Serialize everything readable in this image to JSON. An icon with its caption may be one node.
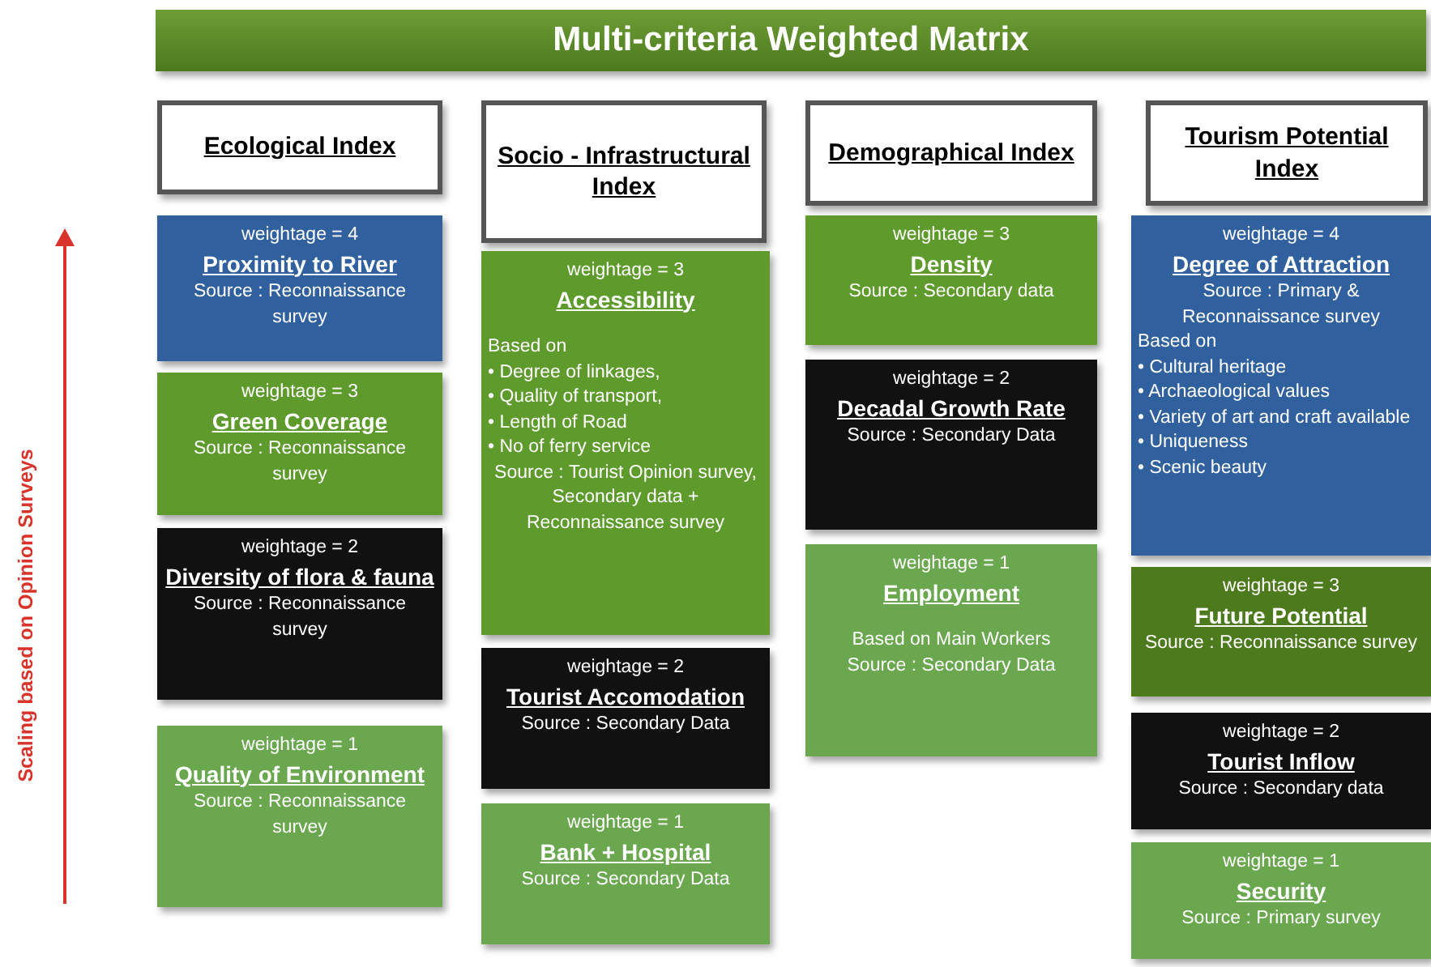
{
  "diagram": {
    "title": "Multi-criteria Weighted Matrix",
    "nodes": [
      {
        "text": [
          "Ecological Index"
        ]
      },
      {
        "text": [
          "Socio - Infrastructural Index"
        ]
      },
      {
        "text": [
          "Demographical Index"
        ]
      },
      {
        "text": [
          "Tourism Potential Index"
        ]
      },
      {
        "text": [
          "weightage = 4",
          "Proximity to River",
          "Source : Reconnaissance survey"
        ]
      },
      {
        "text": [
          "weightage = 3",
          "Green Coverage",
          "Source : Reconnaissance survey"
        ]
      },
      {
        "text": [
          "weightage = 2",
          "Diversity of flora & fauna",
          "Source : Reconnaissance survey"
        ]
      },
      {
        "text": [
          "weightage = 1",
          "Quality of Environment",
          "Source : Reconnaissance survey"
        ]
      },
      {
        "text": [
          "weightage = 3",
          "Accessibility",
          "Based on",
          "• Degree of linkages,",
          "• Quality of transport,",
          "• Length of Road",
          "• No of ferry service",
          "Source : Tourist Opinion survey, Secondary data + Reconnaissance survey"
        ]
      },
      {
        "text": [
          "weightage = 2",
          "Tourist Accomodation",
          "Source : Secondary Data"
        ]
      },
      {
        "text": [
          "weightage = 1",
          "Bank + Hospital",
          "Source : Secondary Data"
        ]
      },
      {
        "text": [
          "weightage = 3",
          "Density",
          "Source : Secondary data"
        ]
      },
      {
        "text": [
          "weightage = 2",
          "Decadal Growth Rate",
          "Source : Secondary Data"
        ]
      },
      {
        "text": [
          "weightage = 1",
          "Employment",
          "Based on Main Workers",
          "Source : Secondary Data"
        ]
      },
      {
        "text": [
          "weightage = 4",
          "Degree of Attraction",
          "Source : Primary & Reconnaissance survey",
          "Based on",
          "• Cultural heritage",
          "• Archaeological values",
          "• Variety of art and craft available",
          "• Uniqueness",
          "• Scenic beauty"
        ]
      },
      {
        "text": [
          "weightage = 3",
          "Future Potential",
          "Source : Reconnaissance survey"
        ]
      },
      {
        "text": [
          "weightage = 2",
          "Tourist Inflow",
          "Source : Secondary data"
        ]
      },
      {
        "text": [
          "weightage = 1",
          "Security",
          "Source : Primary survey"
        ]
      }
    ],
    "labels": [
      "Scaling based on Opinion Surveys"
    ]
  }
}
